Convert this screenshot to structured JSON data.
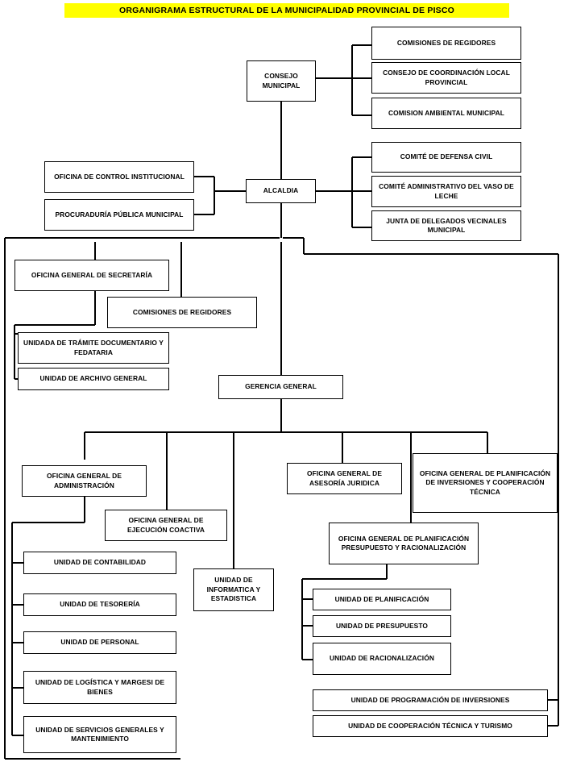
{
  "document": {
    "title": "ORGANIGRAMA ESTRUCTURAL DE LA MUNICIPALIDAD PROVINCIAL DE PISCO",
    "type": "organizational-chart",
    "title_highlight_color": "#ffff00",
    "box_border_color": "#000000",
    "box_fill_color": "#ffffff",
    "page_background": "#ffffff"
  },
  "nodes": {
    "consejo_municipal": "CONSEJO MUNICIPAL",
    "comisiones_regidores_top": "COMISIONES DE REGIDORES",
    "consejo_coordinacion": "CONSEJO DE COORDINACIÓN LOCAL PROVINCIAL",
    "comision_ambiental": "COMISION AMBIENTAL MUNICIPAL",
    "alcaldia": "ALCALDIA",
    "comite_defensa_civil": "COMITÉ DE DEFENSA CIVIL",
    "comite_vaso_leche": "COMITÉ ADMINISTRATIVO DEL VASO DE LECHE",
    "junta_delegados": "JUNTA DE DELEGADOS VECINALES MUNICIPAL",
    "control_institucional": "OFICINA DE CONTROL INSTITUCIONAL",
    "procuraduria": "PROCURADURÍA PÚBLICA MUNICIPAL",
    "secretaria_general": "OFICINA GENERAL DE SECRETARÍA",
    "comisiones_regidores_2": "COMISIONES DE REGIDORES",
    "tramite_documentario": "UNIDADA DE TRÁMITE DOCUMENTARIO Y FEDATARIA",
    "archivo_general": "UNIDAD DE ARCHIVO GENERAL",
    "gerencia_general": "GERENCIA GENERAL",
    "administracion": "OFICINA GENERAL DE ADMINISTRACIÓN",
    "ejecucion_coactiva": "OFICINA GENERAL DE EJECUCIÓN COACTIVA",
    "informatica_estadistica": "UNIDAD DE INFORMATICA Y ESTADISTICA",
    "contabilidad": "UNIDAD DE CONTABILIDAD",
    "tesoreria": "UNIDAD DE TESORERÍA",
    "personal": "UNIDAD DE PERSONAL",
    "logistica": "UNIDAD DE LOGÍSTICA Y MARGESI DE BIENES",
    "servicios_generales": "UNIDAD DE SERVICIOS GENERALES Y MANTENIMIENTO",
    "asesoria_juridica": "OFICINA GENERAL DE ASESORÍA JURIDICA",
    "planificacion_inversiones": "OFICINA GENERAL DE PLANIFICACIÓN DE INVERSIONES Y COOPERACIÓN TÉCNICA",
    "planificacion_presupuesto": "OFICINA GENERAL DE PLANIFICACIÓN PRESUPUESTO Y RACIONALIZACIÓN",
    "unidad_planificacion": "UNIDAD DE PLANIFICACIÓN",
    "unidad_presupuesto": "UNIDAD DE PRESUPUESTO",
    "unidad_racionalizacion": "UNIDAD DE RACIONALIZACIÓN",
    "programacion_inversiones": "UNIDAD DE PROGRAMACIÓN DE INVERSIONES",
    "cooperacion_tecnica": "UNIDAD DE COOPERACIÓN TÉCNICA Y TURISMO"
  }
}
